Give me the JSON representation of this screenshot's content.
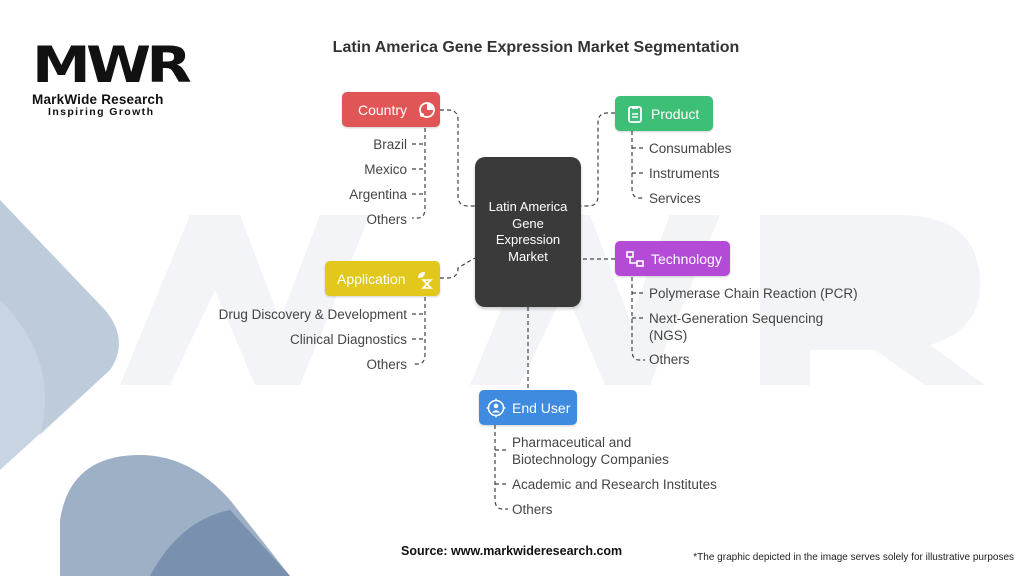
{
  "brand": {
    "logo_mark": "MWR",
    "name": "MarkWide Research",
    "tagline": "Inspiring Growth"
  },
  "title": "Latin America Gene Expression Market Segmentation",
  "center": {
    "label": "Latin America Gene Expression Market"
  },
  "categories": {
    "country": {
      "label": "Country",
      "color": "#e05656",
      "icon": "globe-pie-icon",
      "items": [
        "Brazil",
        "Mexico",
        "Argentina",
        "Others"
      ]
    },
    "application": {
      "label": "Application",
      "color": "#e2c71c",
      "icon": "plant-hourglass-icon",
      "items": [
        "Drug Discovery & Development",
        "Clinical Diagnostics",
        "Others"
      ]
    },
    "product": {
      "label": "Product",
      "color": "#3dbf78",
      "icon": "clipboard-icon",
      "items": [
        "Consumables",
        "Instruments",
        "Services"
      ]
    },
    "technology": {
      "label": "Technology",
      "color": "#b34bd6",
      "icon": "network-icon",
      "items": [
        "Polymerase Chain Reaction (PCR)",
        "Next-Generation Sequencing (NGS)",
        "Others"
      ]
    },
    "end_user": {
      "label": "End User",
      "color": "#3f8be0",
      "icon": "user-target-icon",
      "items": [
        "Pharmaceutical and Biotechnology Companies",
        "Academic and Research Institutes",
        "Others"
      ]
    }
  },
  "footer": {
    "source": "Source: www.markwideresearch.com",
    "note": "*The graphic depicted in the image serves solely for illustrative purposes"
  }
}
